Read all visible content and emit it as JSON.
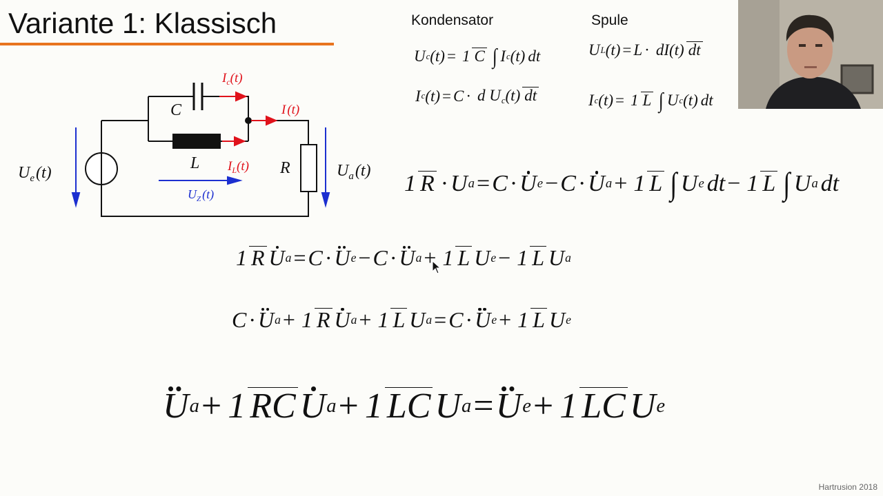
{
  "slide": {
    "title": "Variante 1: Klassisch",
    "heading_capacitor": "Kondensator",
    "heading_coil": "Spule",
    "watermark": "Hartrusion 2018",
    "accent_color": "#e8741f"
  },
  "circuit": {
    "labels": {
      "C": "C",
      "L": "L",
      "R": "R",
      "Ic_var": "I",
      "Ic_sub": "c",
      "Ic_arg": "(t)",
      "I_var": "I",
      "I_arg": "(t)",
      "IL_var": "I",
      "IL_sub": "L",
      "IL_arg": "(t)",
      "Ue_var": "U",
      "Ue_sub": "e",
      "Ue_arg": "(t)",
      "Ua_var": "U",
      "Ua_sub": "a",
      "Ua_arg": "(t)",
      "UZ_var": "U",
      "UZ_sub": "Z",
      "UZ_arg": "(t)"
    },
    "colors": {
      "current": "#e0121b",
      "voltage": "#1c2fd0",
      "wire": "#111111"
    }
  },
  "eq": {
    "U": "U",
    "I": "I",
    "L": "L",
    "C": "C",
    "R": "R",
    "t": "t",
    "d": "d",
    "dt": "dt",
    "one": "1",
    "RC": "RC",
    "LC": "LC",
    "sub_c": "c",
    "sub_L": "L",
    "sub_a": "a",
    "sub_e": "e",
    "arg": "(t)",
    "eq": "=",
    "plus": "+",
    "minus": "−",
    "cdot": "·",
    "int": "∫"
  }
}
